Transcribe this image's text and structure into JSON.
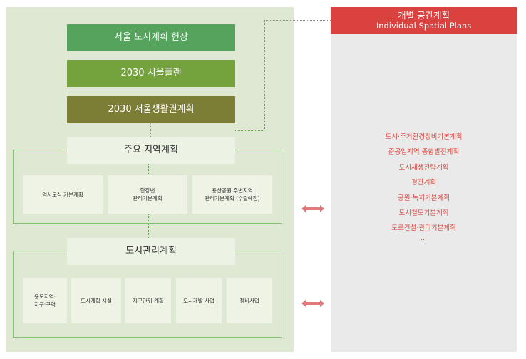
{
  "bars": [
    "서울 도시계획 헌장",
    "2030 서울플랜",
    "2030 서울생활권계획"
  ],
  "regional": {
    "title": "주요 지역계획",
    "items": [
      "역사도심 기본계획",
      "한강변\n관리기본계획",
      "용산공원 주변지역\n관리기본계획 (수립예정)"
    ]
  },
  "urban_mgmt": {
    "title": "도시관리계획",
    "items": [
      "용도지역·\n지구·구역",
      "도시계획 시설",
      "지구단위 계획",
      "도시개발 사업",
      "정비사업"
    ]
  },
  "spatial": {
    "title_ko": "개별 공간계획",
    "title_en": "Individual Spatial Plans",
    "items": [
      "도시·주거환경정비기본계획",
      "준공업지역 종합발전계획",
      "도시재생전략계획",
      "경관계획",
      "공원·녹지기본계획",
      "도시철도기본계획",
      "도로건설·관리기본계획",
      "···"
    ]
  },
  "colors": {
    "arrow": "#e07a7a",
    "accent_red": "#d9423f",
    "frame_green": "#7fbf6f"
  }
}
